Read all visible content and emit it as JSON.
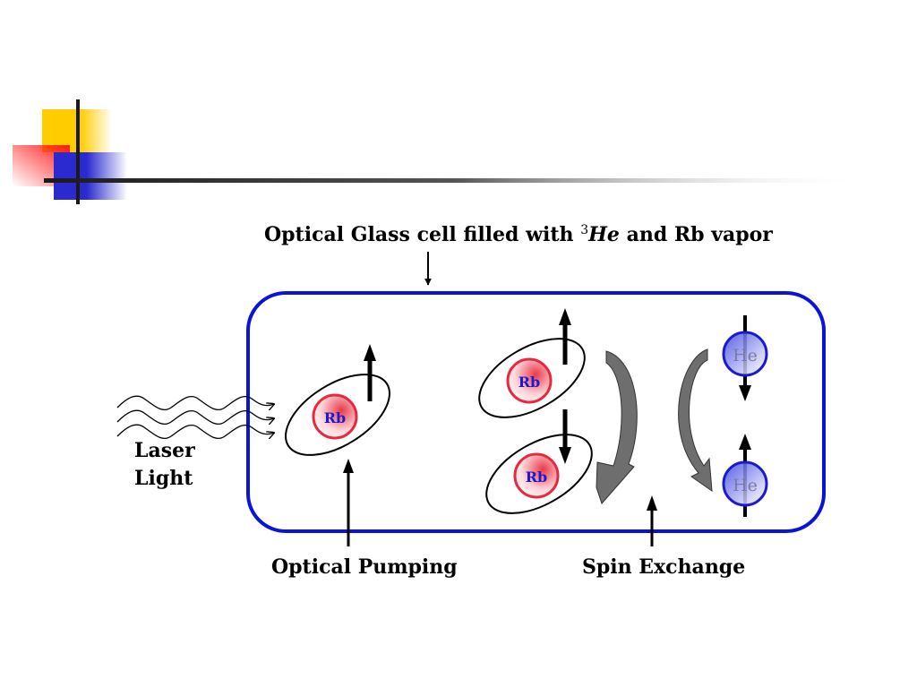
{
  "title": {
    "prefix": "Optical Glass cell filled with ",
    "isotope_mass": "3",
    "isotope_symbol": "He",
    "suffix": " and Rb vapor"
  },
  "labels": {
    "laser_line1": "Laser",
    "laser_line2": "Light",
    "optical_pumping": "Optical Pumping",
    "spin_exchange": "Spin Exchange"
  },
  "atoms": {
    "rb": "Rb",
    "he": "He"
  },
  "colors": {
    "cell_border": "#0a14d8",
    "rb_ring": "#e8283c",
    "rb_text": "#1a1ad0",
    "he_fill": "#4a52e0",
    "he_ring": "#1a1ad0",
    "exchange_arrow": "#6e6e6e",
    "deco_yellow": "#ffcc00",
    "deco_red": "#ff2020",
    "deco_blue": "#2a2ad0"
  }
}
